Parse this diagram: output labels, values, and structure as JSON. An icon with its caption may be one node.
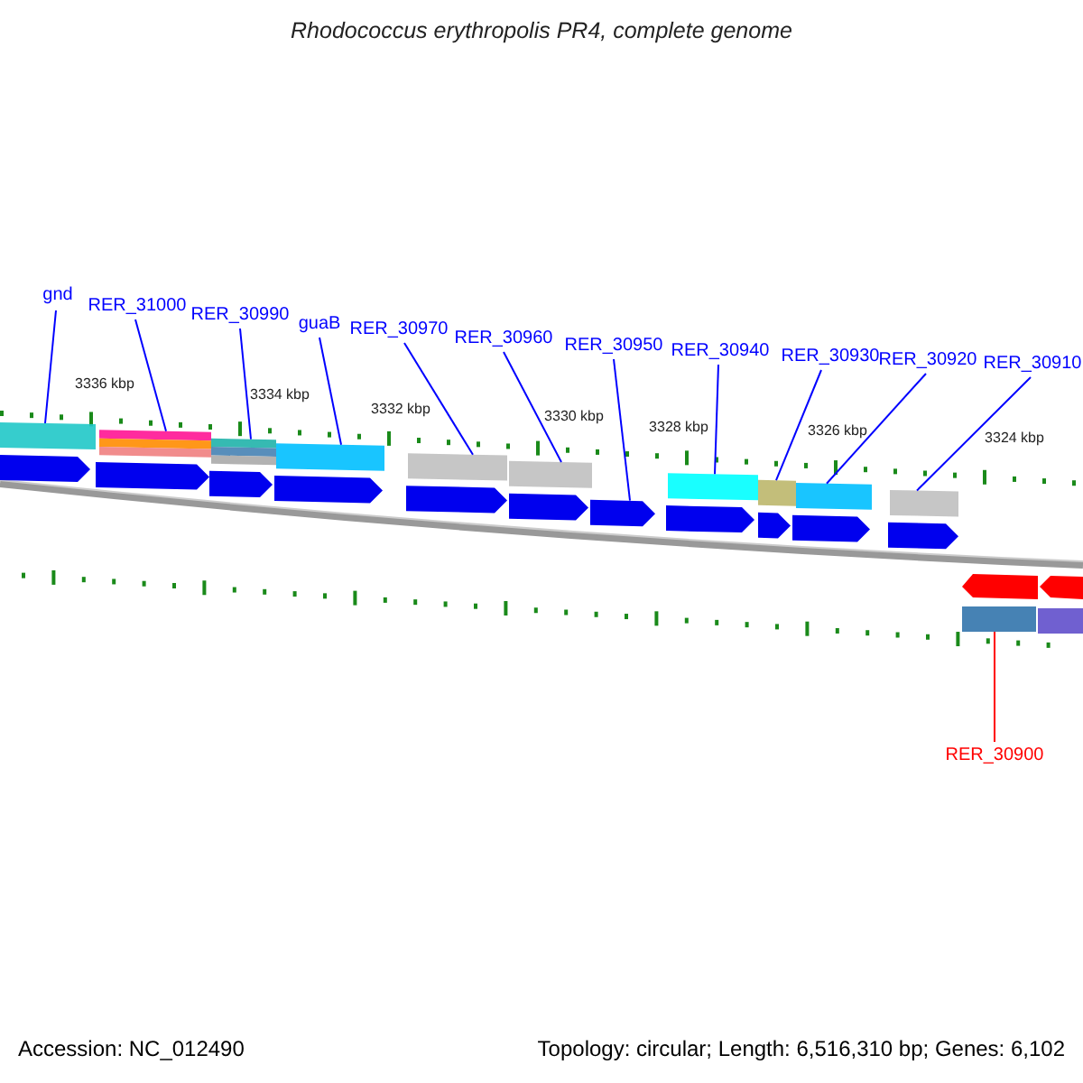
{
  "diagram": {
    "title": "Rhodococcus erythropolis PR4, complete genome",
    "nodes": [
      {
        "text": [
          "gnd"
        ]
      },
      {
        "text": [
          "RER_31000"
        ]
      },
      {
        "text": [
          "RER_30990"
        ]
      },
      {
        "text": [
          "guaB"
        ]
      },
      {
        "text": [
          "RER_30970"
        ]
      },
      {
        "text": [
          "RER_30960"
        ]
      },
      {
        "text": [
          "RER_30950"
        ]
      },
      {
        "text": [
          "RER_30940"
        ]
      },
      {
        "text": [
          "RER_30930"
        ]
      },
      {
        "text": [
          "RER_30920"
        ]
      },
      {
        "text": [
          "RER_30910"
        ]
      },
      {
        "text": [
          "RER_30900"
        ]
      },
      {
        "text": [],
        "shape": "arrow"
      },
      {
        "text": [],
        "shape": "arrow"
      },
      {
        "text": [],
        "shape": "arrow"
      },
      {
        "text": [],
        "shape": "arrow"
      },
      {
        "text": [],
        "shape": "arrow"
      },
      {
        "text": [],
        "shape": "arrow"
      },
      {
        "text": [],
        "shape": "arrow"
      },
      {
        "text": [],
        "shape": "arrow"
      },
      {
        "text": [],
        "shape": "arrow"
      },
      {
        "text": [],
        "shape": "arrow"
      },
      {
        "text": [],
        "shape": "arrow"
      },
      {
        "text": [],
        "shape": "arrow"
      }
    ],
    "edges": [
      {
        "from": 0,
        "to": 12,
        "arrow": "none"
      },
      {
        "from": 1,
        "to": 13,
        "arrow": "none"
      },
      {
        "from": 2,
        "to": 14,
        "arrow": "none"
      },
      {
        "from": 3,
        "to": 15,
        "arrow": "none"
      },
      {
        "from": 4,
        "to": 16,
        "arrow": "none"
      },
      {
        "from": 5,
        "to": 17,
        "arrow": "none"
      },
      {
        "from": 6,
        "to": 18,
        "arrow": "none"
      },
      {
        "from": 7,
        "to": 19,
        "arrow": "none"
      },
      {
        "from": 8,
        "to": 20,
        "arrow": "none"
      },
      {
        "from": 9,
        "to": 21,
        "arrow": "none"
      },
      {
        "from": 10,
        "to": 22,
        "arrow": "none"
      },
      {
        "from": 11,
        "to": 23,
        "arrow": "none",
        "color": "#ff0000"
      }
    ],
    "labels": [
      "3336 kbp",
      "3334 kbp",
      "3332 kbp",
      "3330 kbp",
      "3328 kbp",
      "3326 kbp",
      "3324 kbp",
      "Accession: NC_012490",
      "Topology: circular; Length: 6,516,310 bp; Genes: 6,102"
    ]
  }
}
